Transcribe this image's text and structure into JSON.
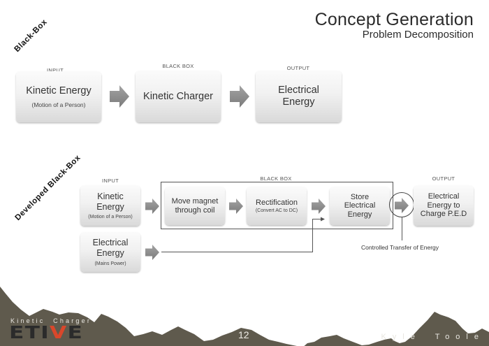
{
  "header": {
    "title": "Concept Generation",
    "subtitle": "Problem Decomposition"
  },
  "black_box": {
    "section_label": "Black-Box",
    "captions": {
      "input": "INPUT",
      "black_box": "BLACK BOX",
      "output": "OUTPUT"
    },
    "input": {
      "main": "Kinetic Energy",
      "sub": "(Motion of a Person)"
    },
    "process": {
      "main": "Kinetic Charger"
    },
    "output": {
      "main": "Electrical Energy"
    }
  },
  "developed_black_box": {
    "section_label": "Developed Black-Box",
    "captions": {
      "input": "INPUT",
      "black_box": "BLACK BOX",
      "output": "OUTPUT"
    },
    "inputs": [
      {
        "main": "Kinetic Energy",
        "sub": "(Motion of a Person)"
      },
      {
        "main": "Electrical Energy",
        "sub": "(Mains Power)"
      }
    ],
    "steps": [
      {
        "main": "Move magnet through coil"
      },
      {
        "main": "Rectification",
        "sub": "(Convert AC to DC)"
      },
      {
        "main": "Store Electrical Energy"
      }
    ],
    "output": {
      "main": "Electrical Energy to Charge P.E.D"
    },
    "annotation": "Controlled Transfer of Energy"
  },
  "footer": {
    "brand_tagline": "Kinetic Charger",
    "brand_logo_parts": [
      "ETI",
      "V",
      "E"
    ],
    "page_number": "12",
    "author": "Kyle Toole"
  },
  "colors": {
    "mountain": "#5f5a4d",
    "logo_accent": "#d9472b",
    "arrow": "#8a8a8a"
  }
}
